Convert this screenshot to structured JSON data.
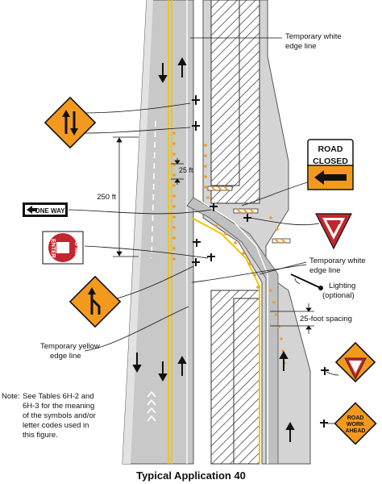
{
  "title": "Typical Application 40",
  "note": {
    "prefix": "Note:",
    "lines": [
      "See Tables 6H-2 and",
      "6H-3 for the meaning",
      "of the symbols and/or",
      "letter codes used in",
      "this figure."
    ]
  },
  "labels": {
    "temp_white_top": [
      "Temporary white",
      "edge line"
    ],
    "temp_white_mid": [
      "Temporary white",
      "edge line"
    ],
    "lighting": [
      "Lighting",
      "(optional)"
    ],
    "spacing": "25-foot spacing",
    "temp_yellow": [
      "Temporary yellow",
      "edge line"
    ],
    "dim_250": "250 ft",
    "dim_25": "25 ft"
  },
  "signs": {
    "road_closed": [
      "ROAD",
      "CLOSED"
    ],
    "one_way": "ONE WAY",
    "do_not_enter": [
      "DO NOT",
      "ENTER"
    ],
    "yield": "YIELD",
    "road_work_ahead": [
      "ROAD",
      "WORK",
      "AHEAD"
    ]
  },
  "colors": {
    "pavement": "#c8c8c8",
    "shoulder": "#e4e4e4",
    "yellow_line": "#f3c300",
    "channelizer": "#f39a1e",
    "warning_orange": "#f39a1e",
    "regulatory_red": "#c1272d",
    "hatch": "#333333"
  }
}
